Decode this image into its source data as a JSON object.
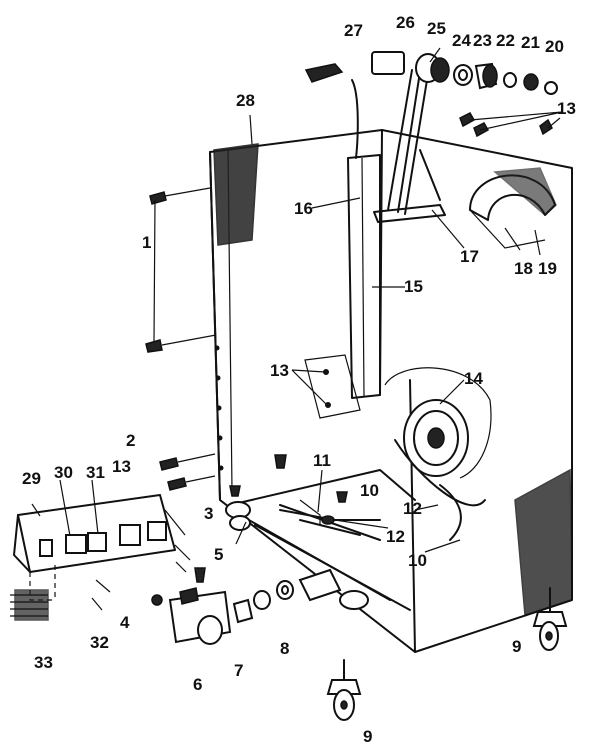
{
  "callouts": [
    {
      "id": "c1",
      "text": "1"
    },
    {
      "id": "c2",
      "text": "2"
    },
    {
      "id": "c3",
      "text": "3"
    },
    {
      "id": "c4",
      "text": "4"
    },
    {
      "id": "c5",
      "text": "5"
    },
    {
      "id": "c6",
      "text": "6"
    },
    {
      "id": "c7",
      "text": "7"
    },
    {
      "id": "c8",
      "text": "8"
    },
    {
      "id": "c9a",
      "text": "9"
    },
    {
      "id": "c9b",
      "text": "9"
    },
    {
      "id": "c10a",
      "text": "10"
    },
    {
      "id": "c10b",
      "text": "10"
    },
    {
      "id": "c11",
      "text": "11"
    },
    {
      "id": "c12a",
      "text": "12"
    },
    {
      "id": "c12b",
      "text": "12"
    },
    {
      "id": "c13a",
      "text": "13"
    },
    {
      "id": "c13b",
      "text": "13"
    },
    {
      "id": "c13c",
      "text": "13"
    },
    {
      "id": "c14",
      "text": "14"
    },
    {
      "id": "c15",
      "text": "15"
    },
    {
      "id": "c16",
      "text": "16"
    },
    {
      "id": "c17",
      "text": "17"
    },
    {
      "id": "c18",
      "text": "18"
    },
    {
      "id": "c19",
      "text": "19"
    },
    {
      "id": "c20",
      "text": "20"
    },
    {
      "id": "c21",
      "text": "21"
    },
    {
      "id": "c22",
      "text": "22"
    },
    {
      "id": "c23",
      "text": "23"
    },
    {
      "id": "c24",
      "text": "24"
    },
    {
      "id": "c25",
      "text": "25"
    },
    {
      "id": "c26",
      "text": "26"
    },
    {
      "id": "c27",
      "text": "27"
    },
    {
      "id": "c28",
      "text": "28"
    },
    {
      "id": "c29",
      "text": "29"
    },
    {
      "id": "c30",
      "text": "30"
    },
    {
      "id": "c31",
      "text": "31"
    },
    {
      "id": "c32",
      "text": "32"
    },
    {
      "id": "c33",
      "text": "33"
    }
  ]
}
